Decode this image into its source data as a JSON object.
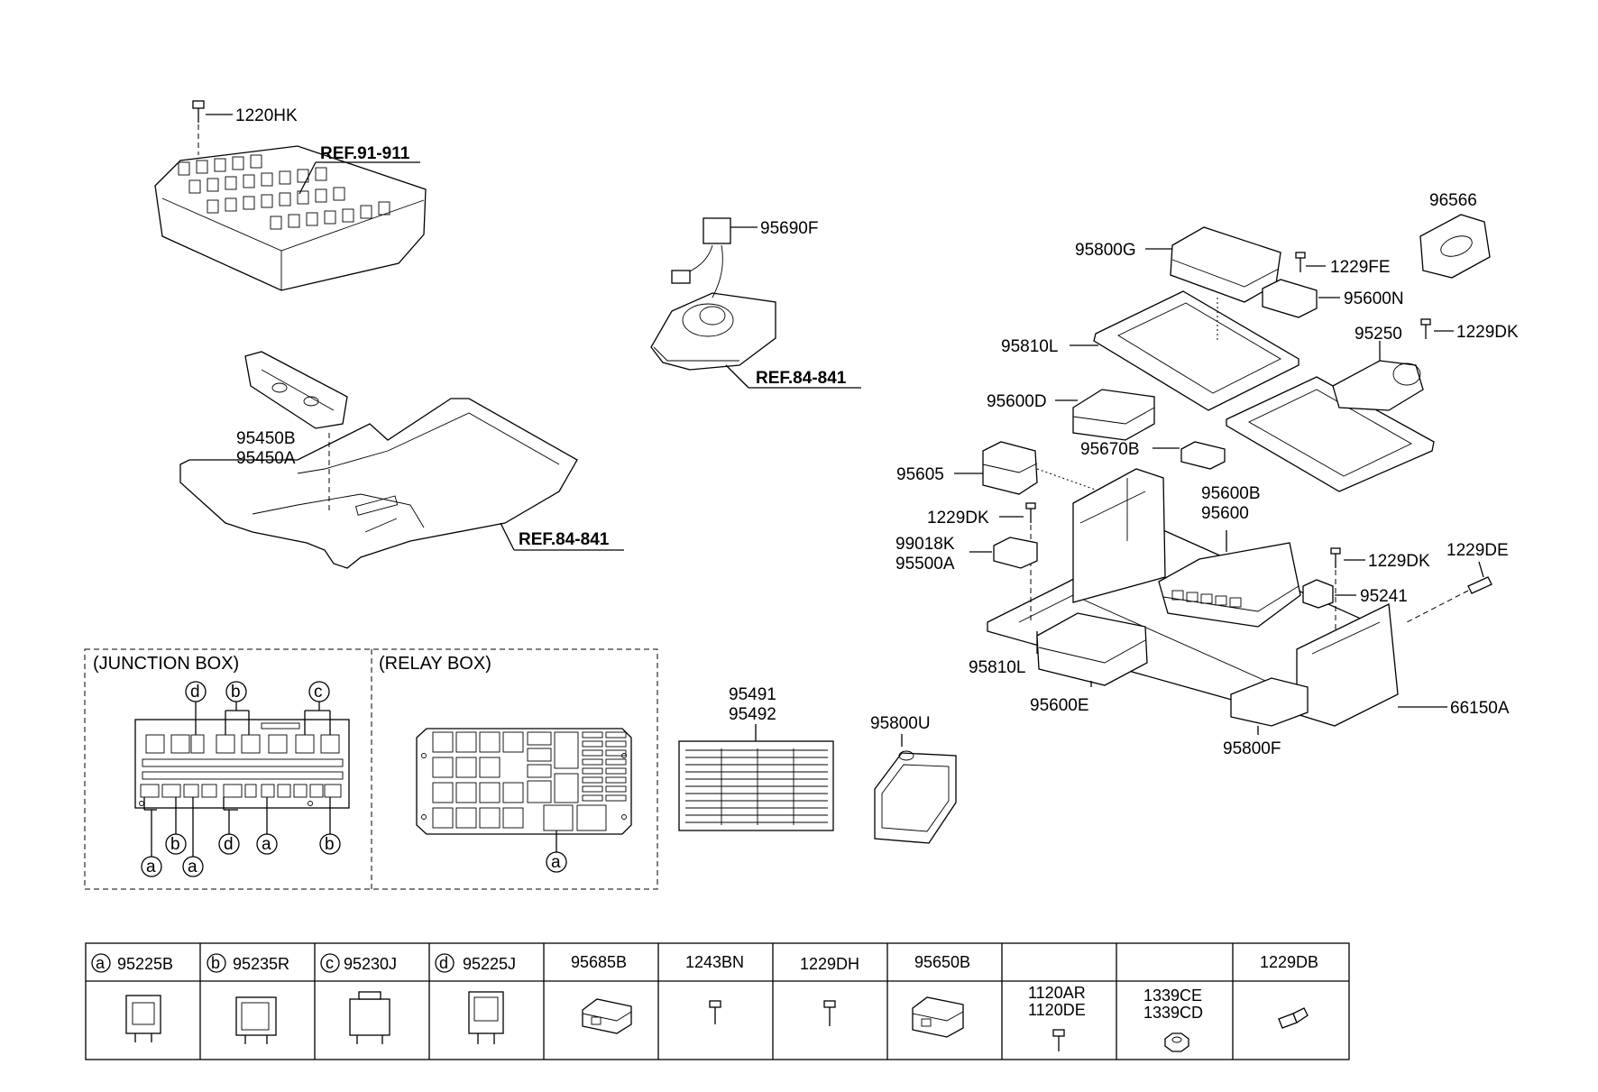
{
  "callouts": {
    "p1220HK": "1220HK",
    "ref91911": "REF.91-911",
    "p95450B": "95450B",
    "p95450A": "95450A",
    "ref84841a": "REF.84-841",
    "p95690F": "95690F",
    "ref84841b": "REF.84-841",
    "p95800G": "95800G",
    "p1229FE": "1229FE",
    "p96566": "96566",
    "p95600N": "95600N",
    "p95810L_top": "95810L",
    "p95250": "95250",
    "p1229DK_a": "1229DK",
    "p95600D": "95600D",
    "p95670B": "95670B",
    "p95605": "95605",
    "p95600B": "95600B",
    "p95600": "95600",
    "p1229DK_b": "1229DK",
    "p99018K": "99018K",
    "p95500A": "95500A",
    "p1229DK_c": "1229DK",
    "p1229DE": "1229DE",
    "p95241": "95241",
    "p95810L_bot": "95810L",
    "p95600E": "95600E",
    "p66150A": "66150A",
    "p95800F": "95800F",
    "p95491": "95491",
    "p95492": "95492",
    "p95800U": "95800U"
  },
  "sections": {
    "junction_box": "(JUNCTION BOX)",
    "relay_box": "(RELAY BOX)"
  },
  "markers": {
    "a": "a",
    "b": "b",
    "c": "c",
    "d": "d"
  },
  "legend": [
    {
      "marker": "a",
      "part": "95225B"
    },
    {
      "marker": "b",
      "part": "95235R"
    },
    {
      "marker": "c",
      "part": "95230J"
    },
    {
      "marker": "d",
      "part": "95225J"
    },
    {
      "marker": "",
      "part": "95685B"
    },
    {
      "marker": "",
      "part": "1243BN"
    },
    {
      "marker": "",
      "part": "1229DH"
    },
    {
      "marker": "",
      "part": "95650B"
    },
    {
      "marker": "",
      "part": ""
    },
    {
      "marker": "",
      "part": ""
    },
    {
      "marker": "",
      "part": "1229DB"
    }
  ],
  "legend_inner": {
    "c9_l1": "1120AR",
    "c9_l2": "1120DE",
    "c10_l1": "1339CE",
    "c10_l2": "1339CD"
  }
}
